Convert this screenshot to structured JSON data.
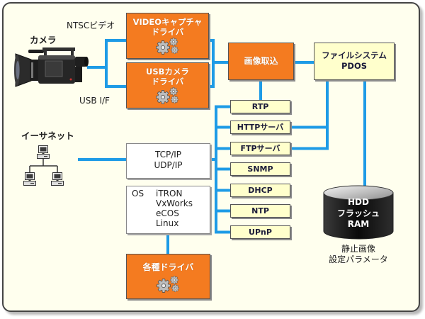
{
  "diagram": {
    "labels": {
      "ntsc_video": "NTSCビデオ",
      "camera": "カメラ",
      "usb_if": "USB I/F",
      "ethernet": "イーサネット"
    },
    "video_capture_driver": {
      "line1": "VIDEOキャプチャ",
      "line2": "ドライバ"
    },
    "usb_camera_driver": {
      "line1": "USBカメラ",
      "line2": "ドライバ"
    },
    "image_capture": "画像取込",
    "file_system": {
      "line1": "ファイルシステム",
      "line2": "PDOS"
    },
    "protocols": [
      "RTP",
      "HTTPサーバ",
      "FTPサーバ",
      "SNMP",
      "DHCP",
      "NTP",
      "UPnP"
    ],
    "network_stack": {
      "line1": "TCP/IP",
      "line2": "UDP/IP"
    },
    "os": {
      "label": "OS",
      "items": [
        "iTRON",
        "VxWorks",
        "eCOS",
        "Linux"
      ]
    },
    "various_drivers": "各種ドライバ",
    "storage": {
      "media": [
        "HDD",
        "フラッシュ",
        "RAM"
      ],
      "contents": [
        "静止画像",
        "設定パラメータ"
      ]
    }
  },
  "icons": {
    "camera": "camera-icon",
    "gear": "gear-icon",
    "computer": "computer-icon",
    "network": "network-icon",
    "storage": "cylinder-icon"
  },
  "colors": {
    "background": "#FFFFEE",
    "driver_box": "#F47B20",
    "module_box": "#FFFFCC",
    "stack_box": "#FFFFFF",
    "connector": "#1E9BE6",
    "box_border": "#555555",
    "frame_border": "#444444"
  }
}
